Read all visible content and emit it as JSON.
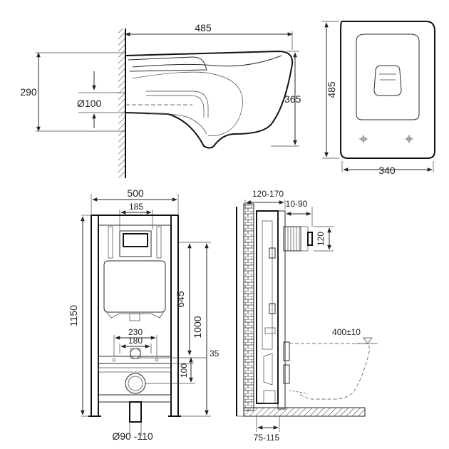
{
  "diagram": {
    "top_left": {
      "width_485": "485",
      "height_290": "290",
      "pipe_d100": "Ø100",
      "height_365": "365"
    },
    "top_right": {
      "depth_485": "485",
      "width_340": "340"
    },
    "bottom_left": {
      "width_500": "500",
      "width_185": "185",
      "height_1150": "1150",
      "height_1000": "1000",
      "height_645": "645",
      "width_230": "230",
      "width_180": "180",
      "dim_35": "35",
      "dim_100": "100",
      "drain": "Ø90 -110"
    },
    "bottom_right": {
      "depth_120_170": "120-170",
      "depth_10_90": "10-90",
      "dim_120": "120",
      "height_400": "400±10",
      "depth_75_115": "75-115"
    }
  }
}
